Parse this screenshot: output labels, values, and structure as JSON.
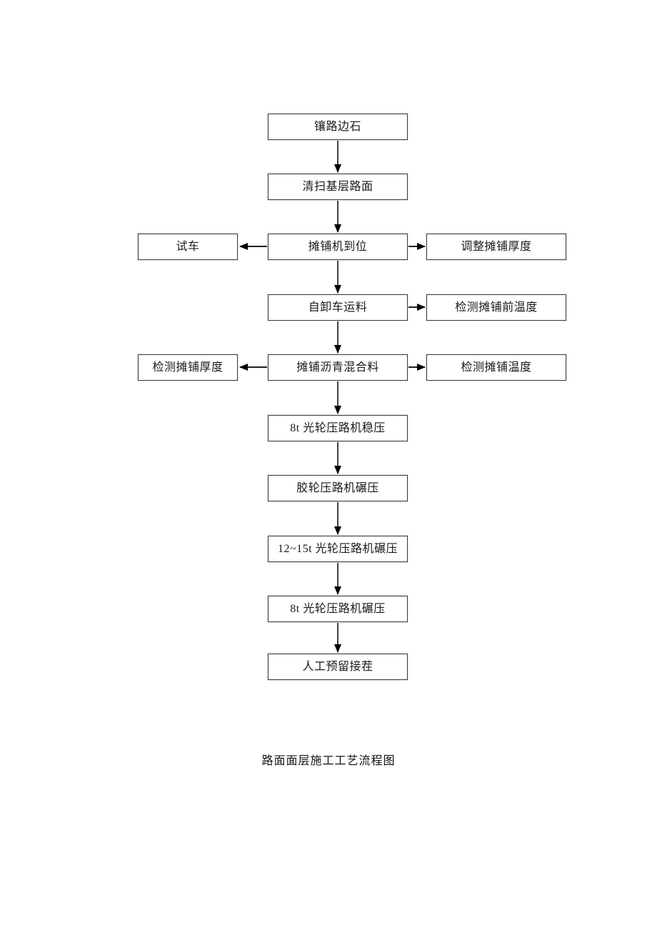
{
  "page": {
    "background": "#ffffff",
    "caption": "路面面层施工工艺流程图"
  },
  "colors": {
    "box_border": "#3d3d3d",
    "arrow": "#000000",
    "text": "#1a1a1a"
  },
  "flowchart": {
    "type": "flowchart",
    "nodes": [
      {
        "id": "install-curb",
        "label": "镶路边石",
        "column": "center",
        "row": 1
      },
      {
        "id": "clean-base",
        "label": "清扫基层路面",
        "column": "center",
        "row": 2
      },
      {
        "id": "test-run",
        "label": "试车",
        "column": "left",
        "row": 3
      },
      {
        "id": "paver-in-place",
        "label": "摊铺机到位",
        "column": "center",
        "row": 3
      },
      {
        "id": "adjust-thickness",
        "label": "调整摊铺厚度",
        "column": "right",
        "row": 3
      },
      {
        "id": "dump-truck-haul",
        "label": "自卸车运料",
        "column": "center",
        "row": 4
      },
      {
        "id": "check-temp-before",
        "label": "检测摊铺前温度",
        "column": "right",
        "row": 4
      },
      {
        "id": "check-thickness",
        "label": "检测摊铺厚度",
        "column": "left",
        "row": 5
      },
      {
        "id": "pave-asphalt-mix",
        "label": "摊铺沥青混合料",
        "column": "center",
        "row": 5
      },
      {
        "id": "check-paving-temp",
        "label": "检测摊铺温度",
        "column": "right",
        "row": 5
      },
      {
        "id": "roller-8t-stabilize",
        "label": "8t 光轮压路机稳压",
        "column": "center",
        "row": 6
      },
      {
        "id": "rubber-tire-roller",
        "label": "胶轮压路机碾压",
        "column": "center",
        "row": 7
      },
      {
        "id": "roller-12-15t",
        "label": "12~15t 光轮压路机碾压",
        "column": "center",
        "row": 8
      },
      {
        "id": "roller-8t-final",
        "label": "8t 光轮压路机碾压",
        "column": "center",
        "row": 9
      },
      {
        "id": "manual-joint",
        "label": "人工预留接茬",
        "column": "center",
        "row": 10
      }
    ],
    "edges": [
      {
        "from": "镶路边石",
        "to": "清扫基层路面"
      },
      {
        "from": "清扫基层路面",
        "to": "摊铺机到位"
      },
      {
        "from": "摊铺机到位",
        "to": "试车"
      },
      {
        "from": "摊铺机到位",
        "to": "调整摊铺厚度"
      },
      {
        "from": "摊铺机到位",
        "to": "自卸车运料"
      },
      {
        "from": "自卸车运料",
        "to": "检测摊铺前温度"
      },
      {
        "from": "自卸车运料",
        "to": "摊铺沥青混合料"
      },
      {
        "from": "摊铺沥青混合料",
        "to": "检测摊铺厚度"
      },
      {
        "from": "摊铺沥青混合料",
        "to": "检测摊铺温度"
      },
      {
        "from": "摊铺沥青混合料",
        "to": "8t 光轮压路机稳压"
      },
      {
        "from": "8t 光轮压路机稳压",
        "to": "胶轮压路机碾压"
      },
      {
        "from": "胶轮压路机碾压",
        "to": "12~15t 光轮压路机碾压"
      },
      {
        "from": "12~15t 光轮压路机碾压",
        "to": "8t 光轮压路机碾压"
      },
      {
        "from": "8t 光轮压路机碾压",
        "to": "人工预留接茬"
      }
    ]
  }
}
